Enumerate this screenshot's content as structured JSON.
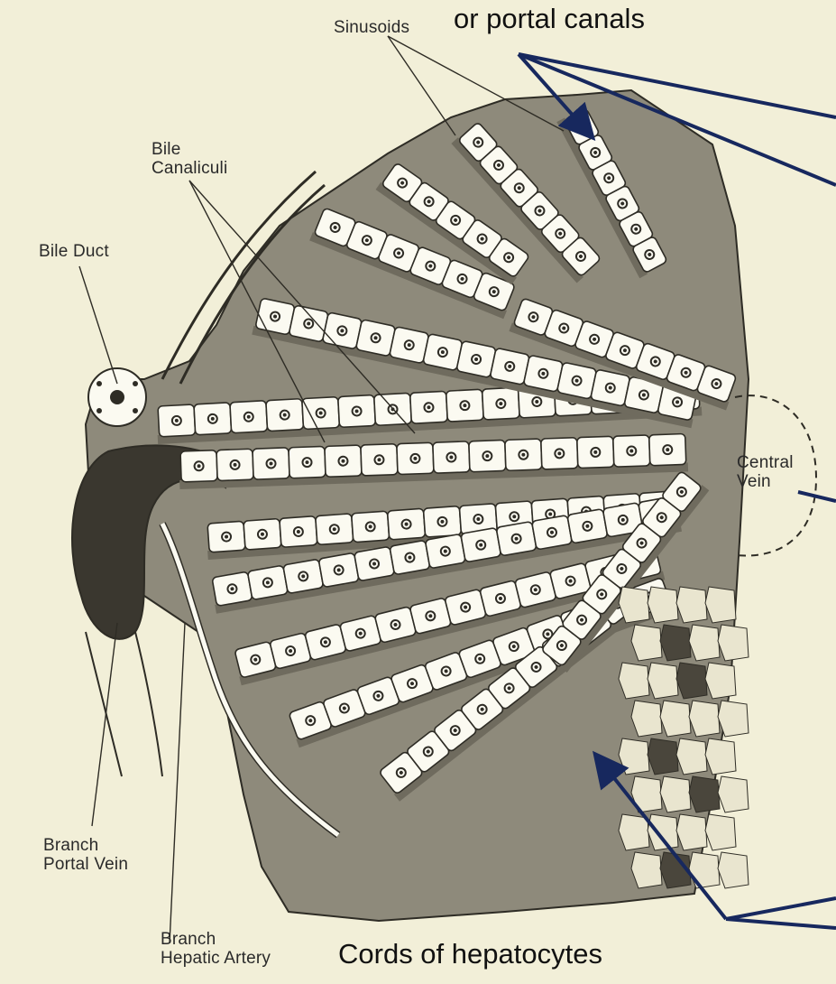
{
  "labels": {
    "sinusoids": "Sinusoids",
    "portal_canals": "or portal canals",
    "bile_canaliculi": [
      "Bile",
      "Canaliculi"
    ],
    "bile_duct": "Bile Duct",
    "central_vein": [
      "Central",
      "Vein"
    ],
    "branch_portal_vein": [
      "Branch",
      "Portal Vein"
    ],
    "branch_hepatic_artery": [
      "Branch",
      "Hepatic Artery"
    ],
    "cords_of_hepatocytes": "Cords of hepatocytes"
  },
  "colors": {
    "paper": "#f2efd8",
    "ink": "#2e2c25",
    "cell_fill": "#fbfaf1",
    "shadow": "#6f6b5e",
    "arrow_blue": "#17285e"
  }
}
